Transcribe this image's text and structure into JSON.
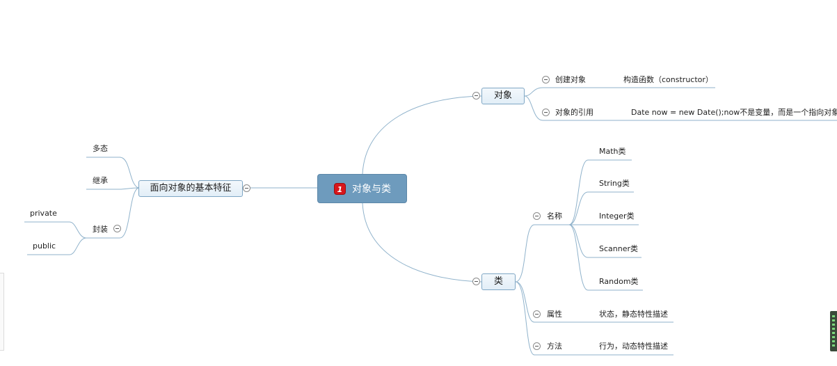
{
  "root": {
    "badge": "1",
    "label": "对象与类"
  },
  "left_branch": {
    "label": "面向对象的基本特征",
    "children": [
      "多态",
      "继承",
      "封装"
    ],
    "encapsulation_children": [
      "private",
      "public"
    ]
  },
  "object_branch": {
    "label": "对象",
    "create": {
      "label": "创建对象",
      "detail": "构造函数（constructor）"
    },
    "reference": {
      "label": "对象的引用",
      "detail": "Date now = new Date();now不是变量，而是一个指向对象的"
    }
  },
  "class_branch": {
    "label": "类",
    "name": {
      "label": "名称",
      "items": [
        "Math类",
        "String类",
        "Integer类",
        "Scanner类",
        "Random类"
      ]
    },
    "attribute": {
      "label": "属性",
      "detail": "状态，静态特性描述"
    },
    "method": {
      "label": "方法",
      "detail": "行为，动态特性描述"
    }
  },
  "colors": {
    "line": "#8fb2cb",
    "root_fill": "#6e9bbd",
    "badge": "#d8161b",
    "box_border": "#7ea6c4"
  }
}
